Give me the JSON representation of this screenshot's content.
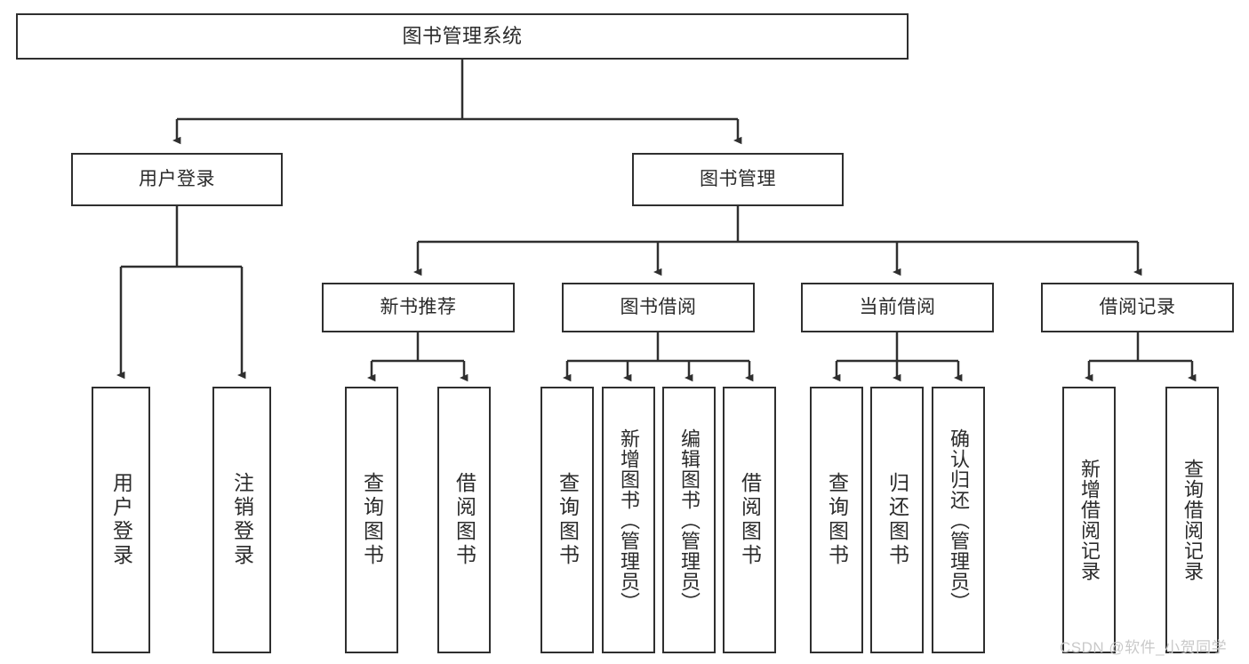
{
  "diagram": {
    "type": "tree-hierarchy",
    "title": "图书管理系统",
    "orientation": "top-down",
    "colors": {
      "stroke": "#2f2f2f",
      "fill": "#ffffff",
      "text": "#2b2b2b",
      "watermark": "#c9c9c9"
    },
    "nodes": {
      "root": {
        "label": "图书管理系统"
      },
      "level2": [
        {
          "label": "用户登录"
        },
        {
          "label": "图书管理"
        }
      ],
      "level3": [
        {
          "label": "新书推荐"
        },
        {
          "label": "图书借阅"
        },
        {
          "label": "当前借阅"
        },
        {
          "label": "借阅记录"
        }
      ],
      "leaves_user_login": [
        {
          "label": "用户登录"
        },
        {
          "label": "注销登录"
        }
      ],
      "leaves_new_books": [
        {
          "label": "查询图书"
        },
        {
          "label": "借阅图书"
        }
      ],
      "leaves_book_borrow": [
        {
          "label": "查询图书"
        },
        {
          "label": "新增图书（管理员）"
        },
        {
          "label": "编辑图书（管理员）"
        },
        {
          "label": "借阅图书"
        }
      ],
      "leaves_current_borrow": [
        {
          "label": "查询图书"
        },
        {
          "label": "归还图书"
        },
        {
          "label": "确认归还（管理员）"
        }
      ],
      "leaves_borrow_record": [
        {
          "label": "新增借阅记录"
        },
        {
          "label": "查询借阅记录"
        }
      ]
    },
    "watermark": "CSDN @软件_小贺同学"
  }
}
